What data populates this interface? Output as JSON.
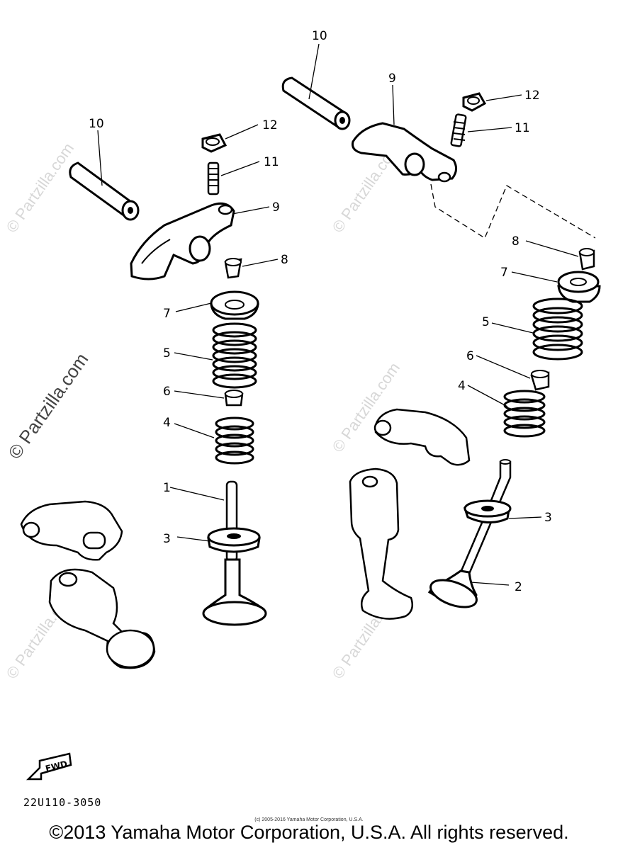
{
  "callouts": {
    "c10a": "10",
    "c9a": "9",
    "c12a": "12",
    "c11a": "11",
    "c10b": "10",
    "c12b": "12",
    "c11b": "11",
    "c9b": "9",
    "c8b": "8",
    "c7a": "7",
    "c5a": "5",
    "c6a": "6",
    "c4a": "4",
    "c1": "1",
    "c3a": "3",
    "c8a": "8",
    "c7b": "7",
    "c5b": "5",
    "c6b": "6",
    "c4b": "4",
    "c3b": "3",
    "c2": "2"
  },
  "watermark": "© Partzilla.com",
  "fwd_label": "FWD",
  "part_number": "22U110-3050",
  "small_copyright": "(c) 2005-2016 Yamaha Motor Corporation, U.S.A.",
  "copyright": "©2013 Yamaha Motor Corporation, U.S.A. All rights reserved."
}
